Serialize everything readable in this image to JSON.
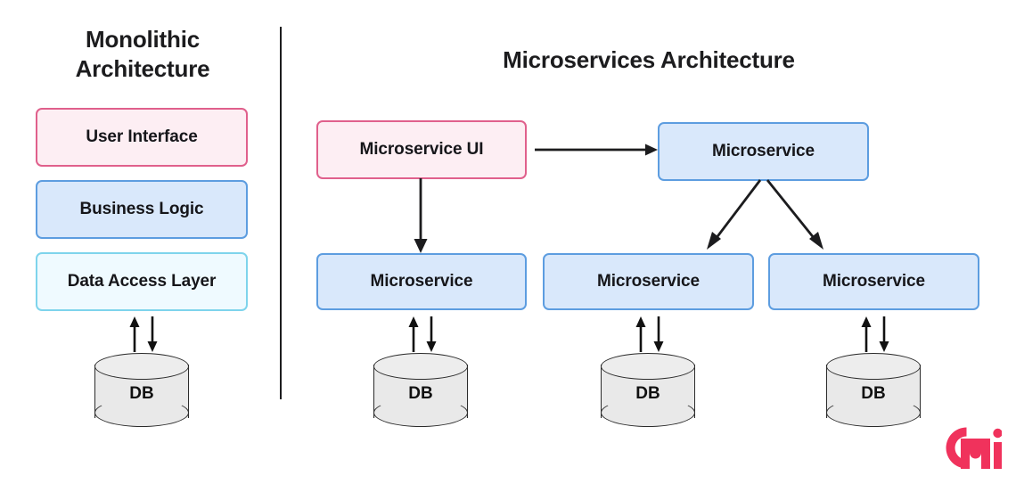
{
  "page": {
    "background_color": "#ffffff",
    "divider_color": "#1c1c1e"
  },
  "monolithic": {
    "title": "Monolithic Architecture",
    "title_line1": "Monolithic",
    "title_line2": "Architecture",
    "layers": [
      {
        "label": "User Interface",
        "fill": "#fdeef3",
        "border": "#e0608c"
      },
      {
        "label": "Business Logic",
        "fill": "#d9e8fb",
        "border": "#5d9de0"
      },
      {
        "label": "Data Access Layer",
        "fill": "#effaff",
        "border": "#7ed4ec"
      }
    ],
    "database": {
      "label": "DB",
      "fill": "#e9e9e9",
      "border": "#2b2b2b"
    }
  },
  "microservices": {
    "title": "Microservices Architecture",
    "top_row": [
      {
        "label": "Microservice UI",
        "fill": "#fdeef3",
        "border": "#e0608c"
      },
      {
        "label": "Microservice",
        "fill": "#d9e8fb",
        "border": "#5d9de0"
      }
    ],
    "service_row": [
      {
        "label": "Microservice",
        "fill": "#d9e8fb",
        "border": "#5d9de0"
      },
      {
        "label": "Microservice",
        "fill": "#d9e8fb",
        "border": "#5d9de0"
      },
      {
        "label": "Microservice",
        "fill": "#d9e8fb",
        "border": "#5d9de0"
      }
    ],
    "databases": [
      {
        "label": "DB",
        "fill": "#e9e9e9",
        "border": "#2b2b2b"
      },
      {
        "label": "DB",
        "fill": "#e9e9e9",
        "border": "#2b2b2b"
      },
      {
        "label": "DB",
        "fill": "#e9e9e9",
        "border": "#2b2b2b"
      }
    ]
  },
  "logo": {
    "color": "#f0325c"
  }
}
